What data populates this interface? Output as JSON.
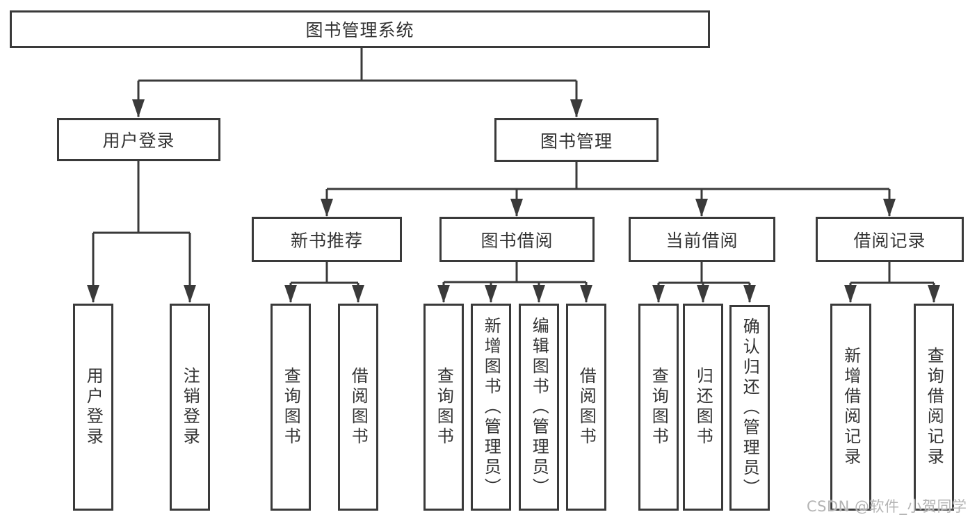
{
  "diagram": {
    "type": "hierarchy-tree",
    "direction": "top-down",
    "colors": {
      "background": "#ffffff",
      "line": "#3a3a3a",
      "box_border": "#3a3a3a",
      "box_fill": "#ffffff",
      "text": "#333333",
      "watermark": "#b4b4b4"
    }
  },
  "nodes": {
    "root": "图书管理系统",
    "user_login": "用户登录",
    "book_mgmt": "图书管理",
    "new_book_rec": "新书推荐",
    "book_borrow": "图书借阅",
    "current_borrow": "当前借阅",
    "borrow_records": "借阅记录",
    "leaf_user_login": "用户登录",
    "leaf_logout": "注销登录",
    "rec_query_books": "查询图书",
    "rec_borrow_books": "借阅图书",
    "bb_query_books": "查询图书",
    "bb_add_books": "新增图书（管理员）",
    "bb_edit_books": "编辑图书（管理员）",
    "bb_borrow_books": "借阅图书",
    "cb_query_books": "查询图书",
    "cb_return_books": "归还图书",
    "cb_confirm_return": "确认归还（管理员）",
    "br_add_record": "新增借阅记录",
    "br_query_record": "查询借阅记录"
  },
  "hierarchy": {
    "root": [
      "user_login",
      "book_mgmt"
    ],
    "user_login": [
      "leaf_user_login",
      "leaf_logout"
    ],
    "book_mgmt": [
      "new_book_rec",
      "book_borrow",
      "current_borrow",
      "borrow_records"
    ],
    "new_book_rec": [
      "rec_query_books",
      "rec_borrow_books"
    ],
    "book_borrow": [
      "bb_query_books",
      "bb_add_books",
      "bb_edit_books",
      "bb_borrow_books"
    ],
    "current_borrow": [
      "cb_query_books",
      "cb_return_books",
      "cb_confirm_return"
    ],
    "borrow_records": [
      "br_add_record",
      "br_query_record"
    ]
  },
  "watermark": "CSDN @软件_小贺同学"
}
